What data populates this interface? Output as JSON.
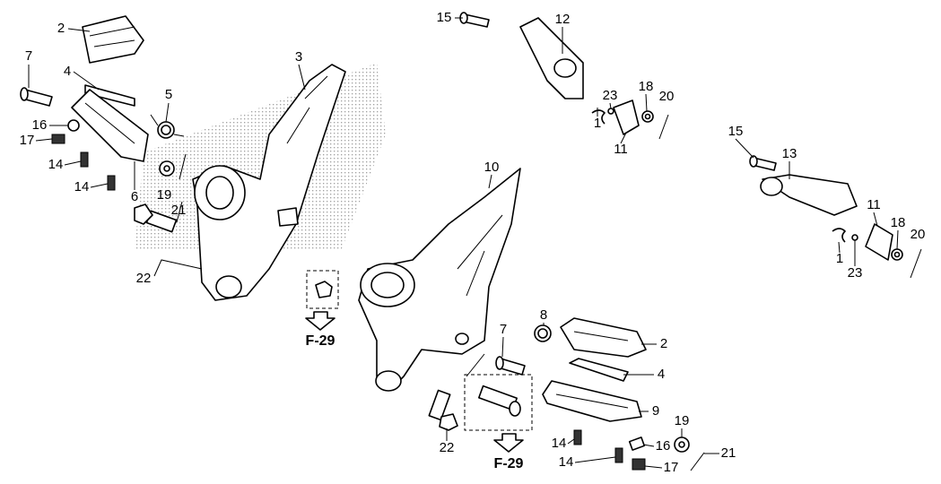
{
  "diagram": {
    "title": "Footrest / step parts diagram",
    "callouts": [
      "2",
      "7",
      "4",
      "5",
      "3",
      "16",
      "17",
      "14",
      "14",
      "6",
      "19",
      "21",
      "22",
      "15",
      "12",
      "23",
      "18",
      "20",
      "1",
      "11",
      "15",
      "13",
      "11",
      "18",
      "20",
      "1",
      "23",
      "10",
      "7",
      "8",
      "2",
      "4",
      "9",
      "19",
      "16",
      "21",
      "14",
      "14",
      "17",
      "22"
    ],
    "references": [
      "F-29",
      "F-29"
    ]
  }
}
